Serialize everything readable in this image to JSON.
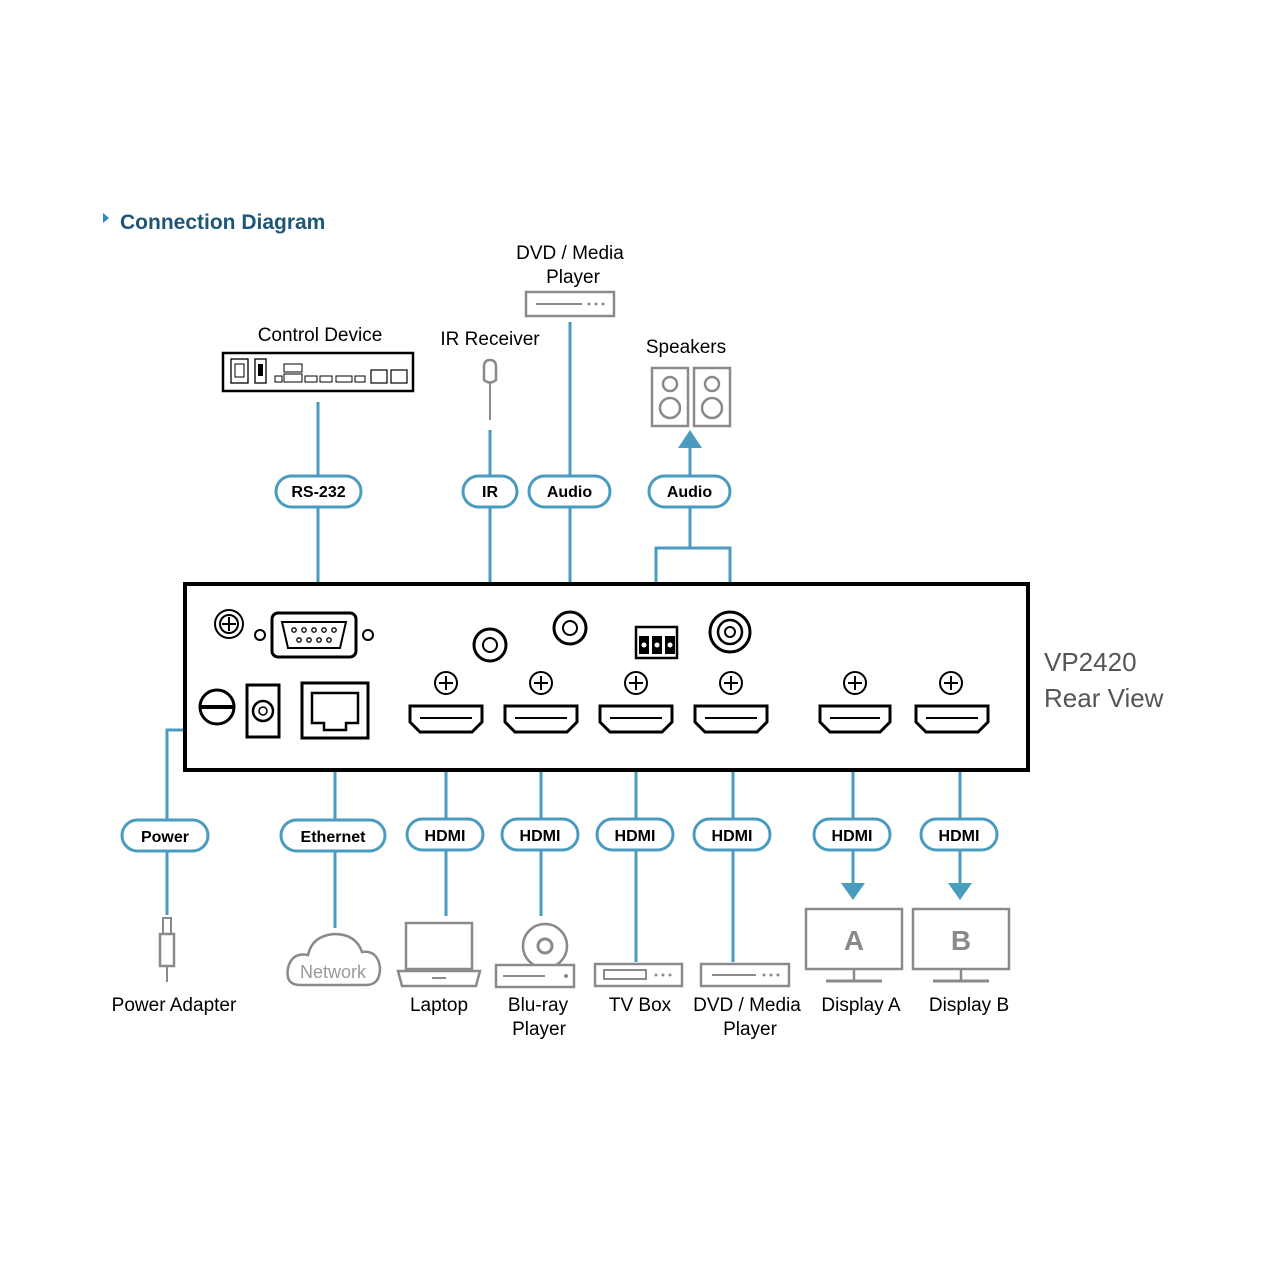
{
  "header": {
    "title": "Connection Diagram"
  },
  "unit": {
    "model": "VP2420",
    "view": "Rear View"
  },
  "devices": {
    "control_device": "Control Device",
    "ir_receiver": "IR Receiver",
    "dvd_top_line1": "DVD / Media",
    "dvd_top_line2": "Player",
    "speakers": "Speakers",
    "power_adapter": "Power Adapter",
    "network": "Network",
    "laptop": "Laptop",
    "bluray_line1": "Blu-ray",
    "bluray_line2": "Player",
    "tv_box": "TV Box",
    "dvd_bottom_line1": "DVD / Media",
    "dvd_bottom_line2": "Player",
    "display_a": "Display A",
    "display_b": "Display B",
    "display_a_letter": "A",
    "display_b_letter": "B"
  },
  "connections": {
    "rs232": "RS-232",
    "ir": "IR",
    "audio_in": "Audio",
    "audio_out": "Audio",
    "power": "Power",
    "ethernet": "Ethernet",
    "hdmi_in_1": "HDMI",
    "hdmi_in_2": "HDMI",
    "hdmi_in_3": "HDMI",
    "hdmi_in_4": "HDMI",
    "hdmi_out_a": "HDMI",
    "hdmi_out_b": "HDMI"
  },
  "colors": {
    "accent": "#4a9bc0",
    "title": "#1d5677",
    "device_gray": "#8a8a8a"
  }
}
